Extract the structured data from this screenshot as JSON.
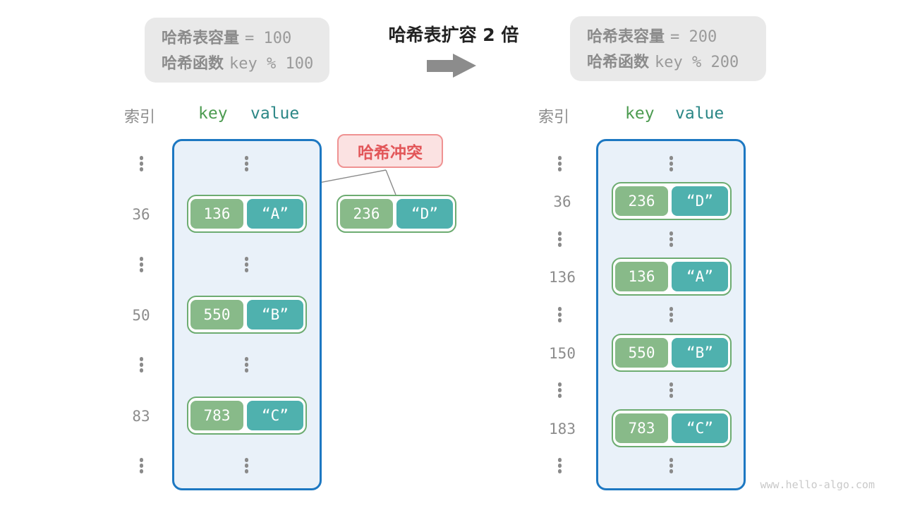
{
  "transition": {
    "title": "哈希表扩容 2 倍"
  },
  "info_boxes": {
    "left": {
      "capacity_label": "哈希表容量",
      "capacity_value": "= 100",
      "hash_label": "哈希函数",
      "hash_value": "key % 100"
    },
    "right": {
      "capacity_label": "哈希表容量",
      "capacity_value": "= 200",
      "hash_label": "哈希函数",
      "hash_value": "key % 200"
    }
  },
  "collision": {
    "label": "哈希冲突"
  },
  "floating_pair": {
    "key": "236",
    "value": "“D”"
  },
  "tables": {
    "left": {
      "index_header": "索引",
      "key_header": "key",
      "value_header": "value",
      "rows": [
        {
          "type": "dots"
        },
        {
          "type": "pair",
          "index": "36",
          "key": "136",
          "value": "“A”"
        },
        {
          "type": "dots"
        },
        {
          "type": "pair",
          "index": "50",
          "key": "550",
          "value": "“B”"
        },
        {
          "type": "dots"
        },
        {
          "type": "pair",
          "index": "83",
          "key": "783",
          "value": "“C”"
        },
        {
          "type": "dots"
        }
      ]
    },
    "right": {
      "index_header": "索引",
      "key_header": "key",
      "value_header": "value",
      "rows": [
        {
          "type": "dots"
        },
        {
          "type": "pair",
          "index": "36",
          "key": "236",
          "value": "“D”"
        },
        {
          "type": "dots"
        },
        {
          "type": "pair",
          "index": "136",
          "key": "136",
          "value": "“A”"
        },
        {
          "type": "dots"
        },
        {
          "type": "pair",
          "index": "150",
          "key": "550",
          "value": "“B”"
        },
        {
          "type": "dots"
        },
        {
          "type": "pair",
          "index": "183",
          "key": "783",
          "value": "“C”"
        },
        {
          "type": "dots"
        }
      ]
    }
  },
  "watermark": "www.hello-algo.com",
  "colors": {
    "table_border": "#1d78c2",
    "table_fill": "#e9f1f9",
    "key_green": "#88ba89",
    "value_teal": "#4fb1ae",
    "pair_border": "#6dac71",
    "collision_text": "#e25659",
    "collision_bg": "#fbe2e2",
    "collision_border": "#ef9292",
    "gray_text": "#8c8c8c",
    "key_header_green": "#4c9b50",
    "value_header_teal": "#2b8786",
    "arrow_gray": "#8c8c8c",
    "info_box_bg": "#e9e9e9"
  }
}
